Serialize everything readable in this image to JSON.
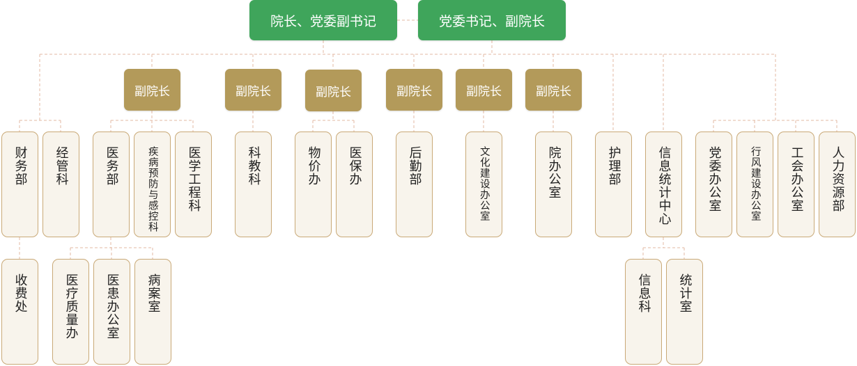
{
  "top": [
    {
      "id": "t1",
      "label": "院长、党委副书记"
    },
    {
      "id": "t2",
      "label": "党委书记、副院长"
    }
  ],
  "vps": [
    {
      "id": "v1",
      "label": "副院长"
    },
    {
      "id": "v2",
      "label": "副院长"
    },
    {
      "id": "v3",
      "label": "副院长"
    },
    {
      "id": "v4",
      "label": "副院长"
    },
    {
      "id": "v5",
      "label": "副院长"
    },
    {
      "id": "v6",
      "label": "副院长"
    }
  ],
  "departments": [
    {
      "id": "d1",
      "label": "财务部"
    },
    {
      "id": "d2",
      "label": "经管科"
    },
    {
      "id": "d3",
      "label": "医务部"
    },
    {
      "id": "d4",
      "label": "疾病预防与感控科"
    },
    {
      "id": "d5",
      "label": "医学工程科"
    },
    {
      "id": "d6",
      "label": "科教科"
    },
    {
      "id": "d7",
      "label": "物价办"
    },
    {
      "id": "d8",
      "label": "医保办"
    },
    {
      "id": "d9",
      "label": "后勤部"
    },
    {
      "id": "d10",
      "label": "文化建设办公室"
    },
    {
      "id": "d11",
      "label": "院办公室"
    },
    {
      "id": "d12",
      "label": "护理部"
    },
    {
      "id": "d13",
      "label": "信息统计中心"
    },
    {
      "id": "d14",
      "label": "党委办公室"
    },
    {
      "id": "d15",
      "label": "行风建设办公室"
    },
    {
      "id": "d16",
      "label": "工会办公室"
    },
    {
      "id": "d17",
      "label": "人力资源部"
    }
  ],
  "sub_departments": [
    {
      "id": "s1",
      "label": "收费处"
    },
    {
      "id": "s2",
      "label": "医疗质量办"
    },
    {
      "id": "s3",
      "label": "医患办公室"
    },
    {
      "id": "s4",
      "label": "病案室"
    },
    {
      "id": "s5",
      "label": "信息科"
    },
    {
      "id": "s6",
      "label": "统计室"
    }
  ],
  "colors": {
    "leader": "#3fa55b",
    "vice_president": "#b39a5a",
    "department_fill": "#f8f4ec",
    "department_border": "#c9a977",
    "connector": "#e3b9a3"
  }
}
